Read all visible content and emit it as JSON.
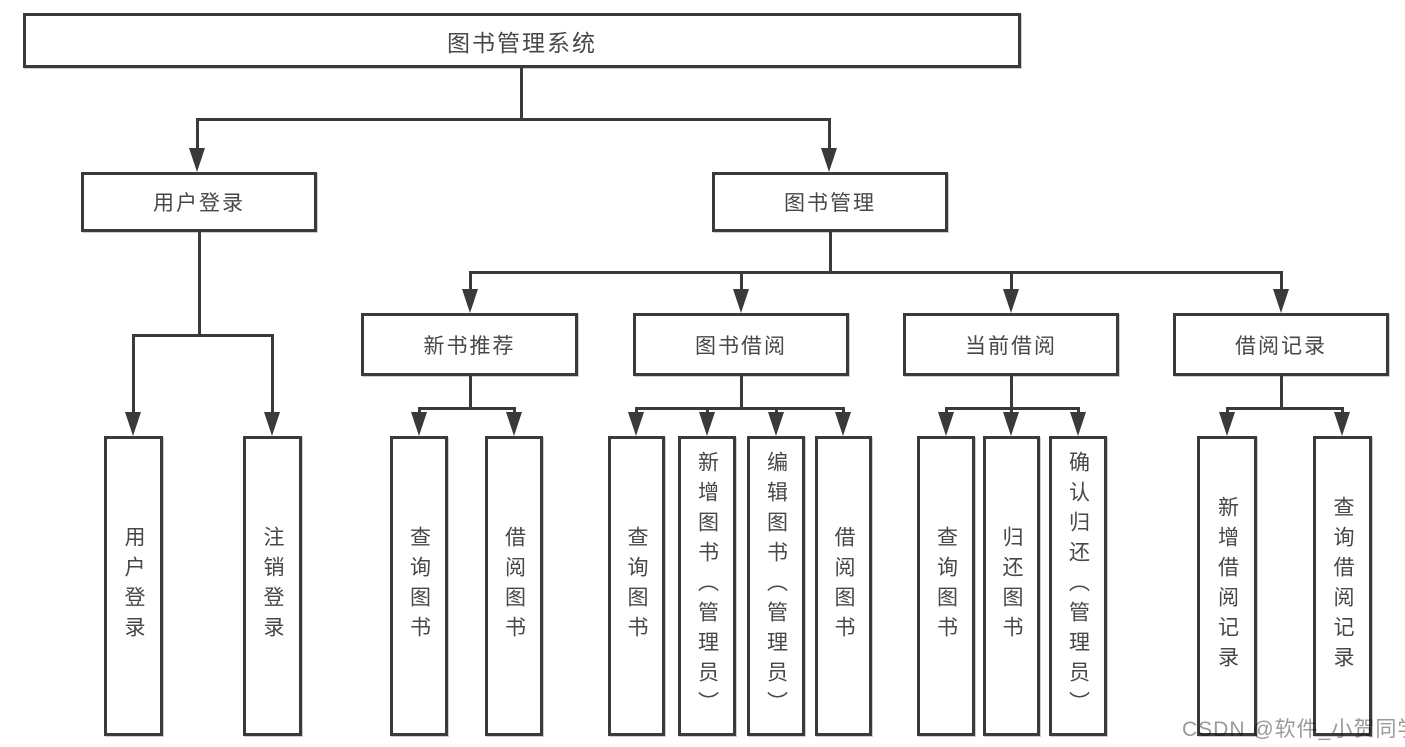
{
  "title": "图书管理系统",
  "level2": [
    "用户登录",
    "图书管理"
  ],
  "level3": [
    "新书推荐",
    "图书借阅",
    "当前借阅",
    "借阅记录"
  ],
  "leaves": {
    "login": [
      "用户登录",
      "注销登录"
    ],
    "recommend": [
      "查询图书",
      "借阅图书"
    ],
    "borrow": [
      "查询图书",
      "新增图书（管理员）",
      "编辑图书（管理员）",
      "借阅图书"
    ],
    "current": [
      "查询图书",
      "归还图书",
      "确认归还（管理员）"
    ],
    "records": [
      "新增借阅记录",
      "查询借阅记录"
    ]
  },
  "watermark": "CSDN @软件_小贺同学",
  "colors": {
    "line": "#3a3a3a",
    "text": "#474747",
    "watermark": "#9a9a9a",
    "background": "#ffffff"
  }
}
